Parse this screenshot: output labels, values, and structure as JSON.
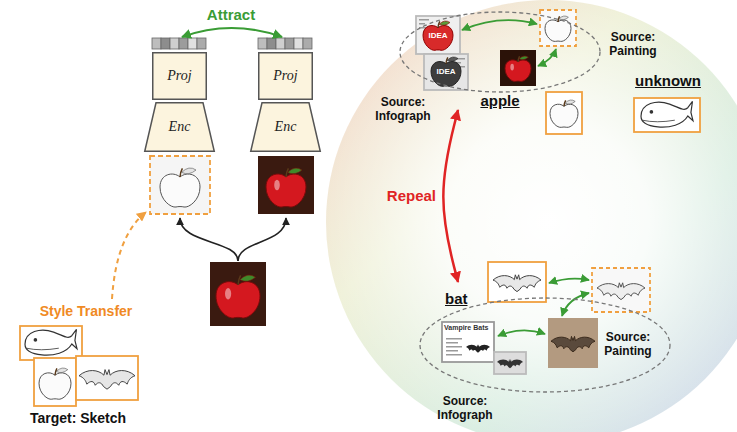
{
  "diagram": {
    "nodes": [
      {
        "text": [
          "Proj"
        ]
      },
      {
        "text": [
          "Enc"
        ]
      },
      {
        "text": [
          "Proj"
        ]
      },
      {
        "text": [
          "Enc"
        ]
      },
      {
        "text": [
          "apple"
        ]
      },
      {
        "text": [
          "bat"
        ]
      }
    ],
    "edges": [
      {
        "from": 4,
        "to": 5,
        "arrow": "both",
        "label": "Repeal"
      }
    ],
    "labels": [
      "Attract",
      "Style Transfer",
      "Target: Sketch",
      "IDEA",
      "IDEA",
      "Source: Infograph",
      "Source: Painting",
      "unknown",
      "Vampire Bats",
      "Source: Infograph",
      "Source: Painting"
    ]
  }
}
